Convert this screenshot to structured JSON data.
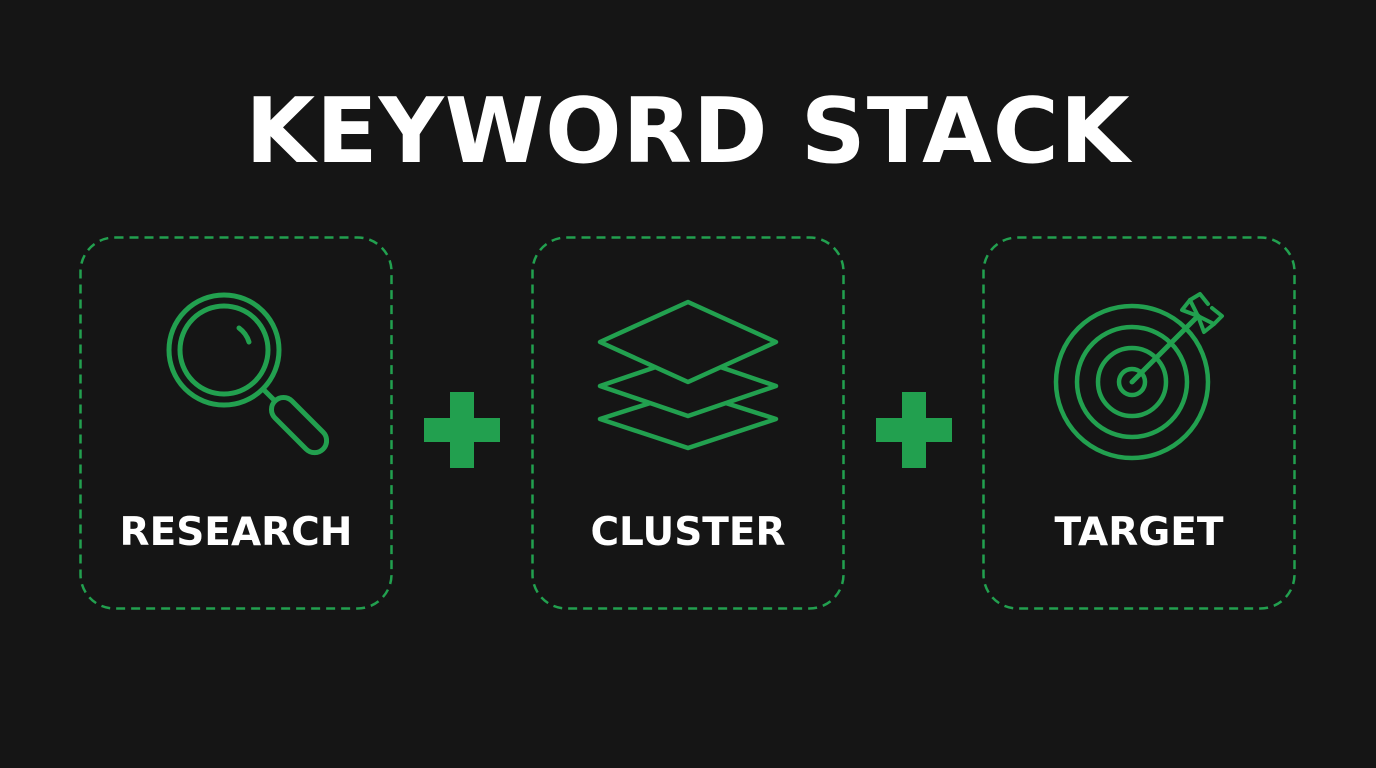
{
  "title": "KEYWORD STACK",
  "colors": {
    "background": "#151515",
    "accent": "#22a04f",
    "text": "#ffffff"
  },
  "steps": [
    {
      "label": "RESEARCH",
      "icon": "magnifying-glass-icon"
    },
    {
      "label": "CLUSTER",
      "icon": "layers-icon"
    },
    {
      "label": "TARGET",
      "icon": "target-icon"
    }
  ],
  "connectors": [
    "plus-icon",
    "plus-icon"
  ]
}
